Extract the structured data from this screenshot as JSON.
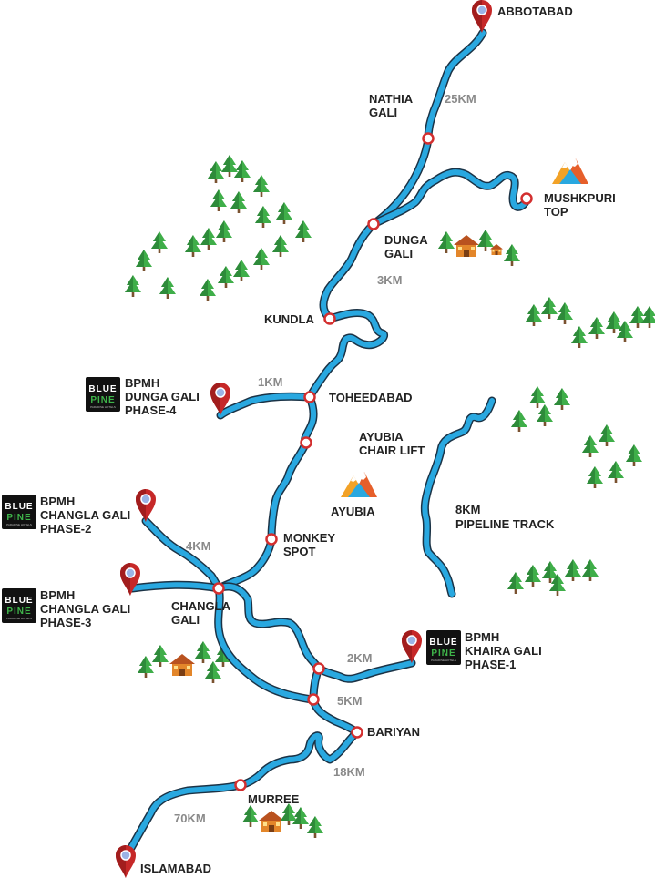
{
  "places": {
    "abbotabad": "ABBOTABAD",
    "nathia_gali": [
      "NATHIA",
      "GALI"
    ],
    "mushkpuri": [
      "MUSHKPURI",
      "TOP"
    ],
    "dunga_gali": [
      "DUNGA",
      "GALI"
    ],
    "kundla": "KUNDLA",
    "toheedabad": "TOHEEDABAD",
    "ayubia_chair_lift": [
      "AYUBIA",
      "CHAIR LIFT"
    ],
    "ayubia": "AYUBIA",
    "pipeline_track": [
      "8KM",
      "PIPELINE TRACK"
    ],
    "monkey_spot": [
      "MONKEY",
      "SPOT"
    ],
    "changla_gali": [
      "CHANGLA",
      "GALI"
    ],
    "bariyan": "BARIYAN",
    "murree": "MURREE",
    "islamabad": "ISLAMABAD"
  },
  "distances": {
    "d25": "25KM",
    "d3": "3KM",
    "d1": "1KM",
    "d4": "4KM",
    "d2": "2KM",
    "d5": "5KM",
    "d18": "18KM",
    "d70": "70KM"
  },
  "properties": {
    "phase4": [
      "BPMH",
      "DUNGA GALI",
      "PHASE-4"
    ],
    "phase2": [
      "BPMH",
      "CHANGLA GALI",
      "PHASE-2"
    ],
    "phase3": [
      "BPMH",
      "CHANGLA GALI",
      "PHASE-3"
    ],
    "phase1": [
      "BPMH",
      "KHAIRA GALI",
      "PHASE-1"
    ]
  },
  "logo": {
    "top": "BLUE",
    "bottom": "PINE",
    "sub": "PARADISE HOTELS"
  },
  "colors": {
    "road": "#29a8e0",
    "road_edge": "#1b3346",
    "stop_ring": "#d32f2f",
    "pin": "#c62828",
    "tree": "#3fae49",
    "label": "#222222",
    "distance": "#8a8a8a"
  },
  "icons": [
    "map-pin-icon",
    "stop-marker-icon",
    "tree-icon",
    "cabin-icon",
    "mountain-icon",
    "blue-pine-logo"
  ]
}
